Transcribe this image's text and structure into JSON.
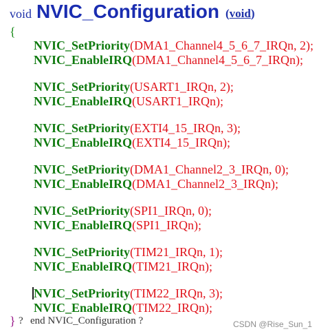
{
  "header": {
    "return_type": "void",
    "function_name": "NVIC_Configuration",
    "param_open": "(",
    "param": "void",
    "param_close": ")"
  },
  "open_brace": "{",
  "calls": [
    {
      "func": "NVIC_SetPriority",
      "open": "(",
      "args": "DMA1_Channel4_5_6_7_IRQn, 2",
      "close": ");"
    },
    {
      "func": "NVIC_EnableIRQ",
      "open": "(",
      "args": "DMA1_Channel4_5_6_7_IRQn",
      "close": ");"
    },
    {
      "func": "NVIC_SetPriority",
      "open": "(",
      "args": "USART1_IRQn, 2",
      "close": ");"
    },
    {
      "func": "NVIC_EnableIRQ",
      "open": "(",
      "args": "USART1_IRQn",
      "close": ");"
    },
    {
      "func": "NVIC_SetPriority",
      "open": "(",
      "args": "EXTI4_15_IRQn, 3",
      "close": ");"
    },
    {
      "func": "NVIC_EnableIRQ",
      "open": "(",
      "args": "EXTI4_15_IRQn",
      "close": ");"
    },
    {
      "func": "NVIC_SetPriority",
      "open": "(",
      "args": "DMA1_Channel2_3_IRQn, 0",
      "close": ");"
    },
    {
      "func": "NVIC_EnableIRQ",
      "open": "(",
      "args": "DMA1_Channel2_3_IRQn",
      "close": ");"
    },
    {
      "func": "NVIC_SetPriority",
      "open": "(",
      "args": "SPI1_IRQn, 0",
      "close": ");"
    },
    {
      "func": "NVIC_EnableIRQ",
      "open": "(",
      "args": "SPI1_IRQn",
      "close": ");"
    },
    {
      "func": "NVIC_SetPriority",
      "open": "(",
      "args": "TIM21_IRQn, 1",
      "close": ");"
    },
    {
      "func": "NVIC_EnableIRQ",
      "open": "(",
      "args": "TIM21_IRQn",
      "close": ");"
    },
    {
      "func": "NVIC_SetPriority",
      "open": "(",
      "args": "TIM22_IRQn, 3",
      "close": ");"
    },
    {
      "func": "NVIC_EnableIRQ",
      "open": "(",
      "args": "TIM22_IRQn",
      "close": ");"
    }
  ],
  "close_brace": "}",
  "footer": {
    "mark": "?",
    "comment": "end NVIC_Configuration ?"
  },
  "watermark": "CSDN @Rise_Sun_1"
}
